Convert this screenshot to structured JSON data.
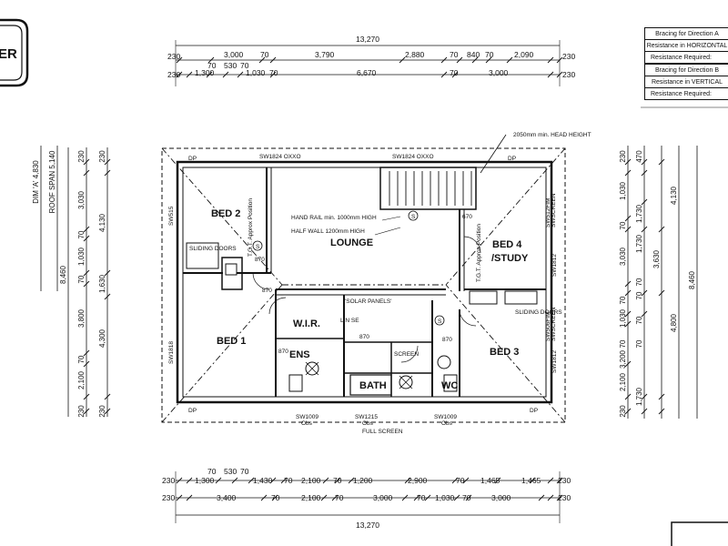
{
  "logo": {
    "text": "ER"
  },
  "top_dims": {
    "overall": "13,270",
    "row1": [
      "230",
      "3,000",
      "70",
      "3,790",
      "2,880",
      "70",
      "840",
      "70",
      "2,090",
      "230"
    ],
    "row2a": [
      "70",
      "530",
      "70"
    ],
    "row2b": [
      "230",
      "1,300",
      "1,030",
      "70",
      "6,670",
      "70",
      "3,000",
      "230"
    ]
  },
  "bottom_dims": {
    "row1a": [
      "70",
      "530",
      "70"
    ],
    "row1": [
      "230",
      "1,300",
      "1,430",
      "70",
      "2,100",
      "70",
      "1,200",
      "2,900",
      "70",
      "1,465",
      "1,465",
      "230"
    ],
    "row2": [
      "230",
      "3,400",
      "70",
      "2,100",
      "70",
      "3,000",
      "70",
      "1,030",
      "70",
      "3,000",
      "230"
    ],
    "overall": "13,270"
  },
  "left_dims": {
    "dim_a": "DIM 'A' 4,830",
    "roof_span": "ROOF SPAN 5,140",
    "col1": [
      "230",
      "3,030",
      "70",
      "1,030",
      "70",
      "3,800",
      "70",
      "2,100",
      "230"
    ],
    "col2": [
      "230",
      "4,130",
      "1,630",
      "4,300",
      "230"
    ],
    "overall": "8,460"
  },
  "right_dims": {
    "col1": [
      "230",
      "1,030",
      "70",
      "3,030",
      "70",
      "1,030",
      "70",
      "3,200",
      "2,100",
      "230"
    ],
    "col2": [
      "470",
      "1,730",
      "1,730",
      "70",
      "70",
      "70",
      "70",
      "1,730"
    ],
    "col3": [
      "4,130",
      "3,630",
      "4,800"
    ],
    "overall": "8,460"
  },
  "bracing_table": {
    "rows": [
      "Bracing for Direction A",
      "Resistance in HORIZONTAL",
      "Resistance Required:",
      "Bracing for Direction B",
      "Resistance in VERTICAL",
      "Resistance Required:"
    ]
  },
  "rooms": {
    "bed2": "BED 2",
    "lounge": "LOUNGE",
    "bed4": "BED 4",
    "study": "/STUDY",
    "bed1": "BED 1",
    "wir": "W.I.R.",
    "ens": "ENS",
    "bath": "BATH",
    "wc": "WC",
    "bed3": "BED 3"
  },
  "annotations": {
    "head_height": "2050mm min. HEAD HEIGHT",
    "hand_rail": "HAND RAIL min. 1000mm HIGH",
    "half_wall": "HALF WALL 1200mm HIGH",
    "solar_panels": "'SOLAR PANELS'",
    "full_screen": "FULL SCREEN",
    "screen": "SCREEN",
    "linen": "LIN SE",
    "tgt_position": "T.G.T. Approx Position",
    "sliding_doors": "SLIDING DOORS",
    "dp": "DP",
    "s": "S"
  },
  "windows": {
    "sw1824a": "SW1824 OXXO",
    "sw1824b": "SW1824 OXXO",
    "sw1009": "SW1009",
    "sw1215": "SW1215",
    "sw1009b": "SW1009",
    "obs": "Obs",
    "sw515": "SW515",
    "sw1818": "SW1818",
    "sw1812a": "SW1812",
    "sw1812b": "SW1812",
    "sw1812c": "SW1812",
    "sw512fim": "SW512FIM",
    "sw506fim": "SW506FIM",
    "sw_screen": "SWSCREEN"
  },
  "wall_dims": {
    "d870": "870",
    "d670": "670"
  }
}
